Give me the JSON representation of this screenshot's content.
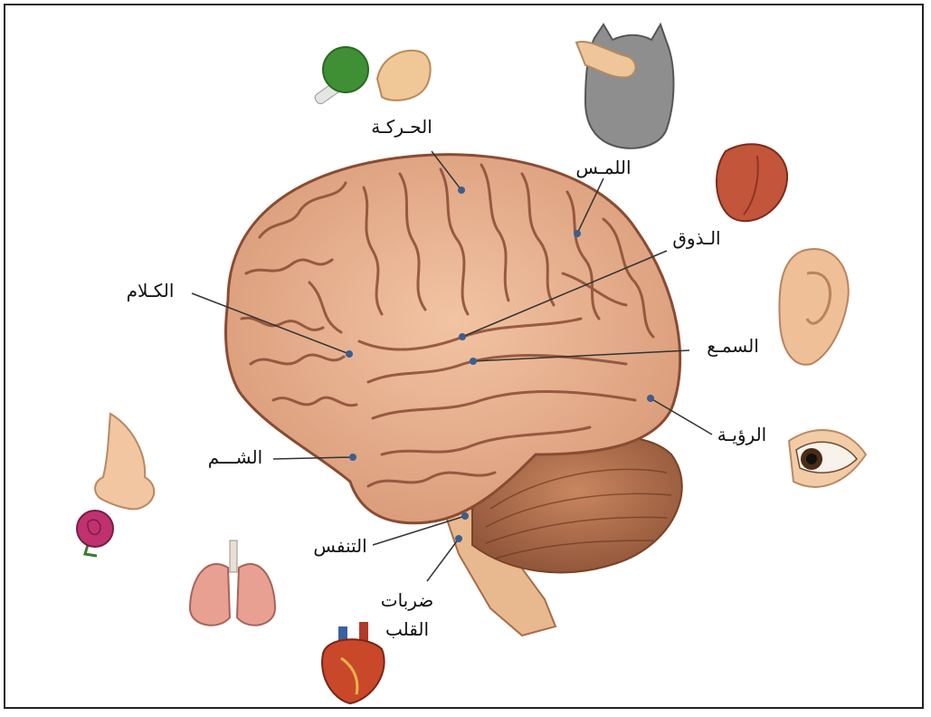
{
  "labels": {
    "movement": "الحـركـة",
    "touch": "اللمـس",
    "taste": "الـذوق",
    "speech": "الكـلام",
    "hearing": "السمـع",
    "vision": "الرؤيـة",
    "smell": "الشـــم",
    "breathing": "التنفس",
    "heartbeat_line1": "ضربات",
    "heartbeat_line2": "القلب"
  },
  "icons": [
    "ping-pong-paddle-hand-icon",
    "cat-touch-icon",
    "tongue-icon",
    "ear-icon",
    "eye-icon",
    "nose-icon",
    "rose-icon",
    "lungs-icon",
    "heart-icon"
  ],
  "colors": {
    "brain": "#e7b08f",
    "brain_fold": "#8a4b33",
    "cerebellum": "#b4714c",
    "marker": "#3a5f8f"
  }
}
